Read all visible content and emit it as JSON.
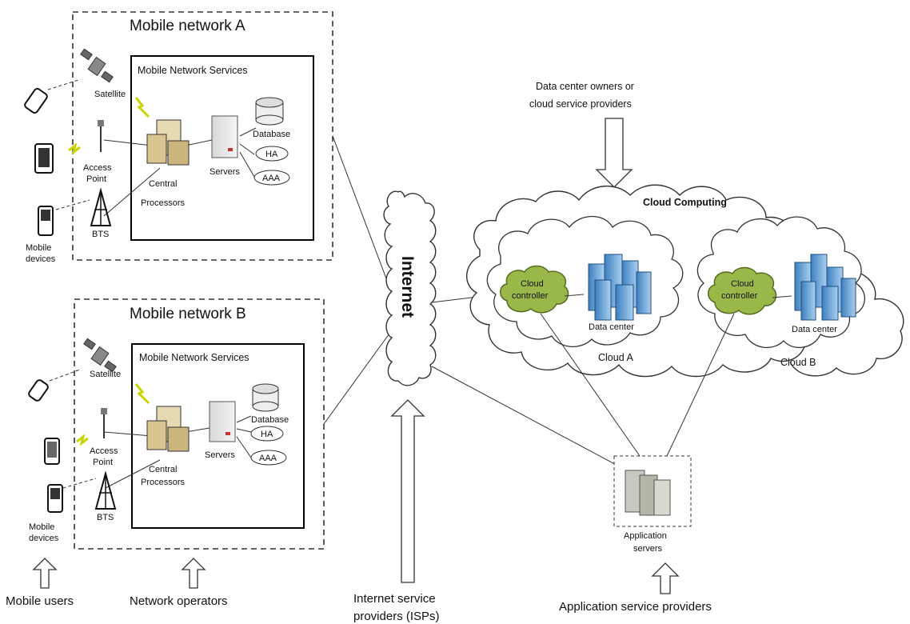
{
  "network_a": {
    "title": "Mobile network A",
    "services_title": "Mobile Network Services",
    "satellite": "Satellite",
    "access_point": [
      "Access",
      "Point"
    ],
    "bts": "BTS",
    "central_processors": [
      "Central",
      "Processors"
    ],
    "servers": "Servers",
    "database": "Database",
    "ha": "HA",
    "aaa": "AAA",
    "mobile_devices": [
      "Mobile",
      "devices"
    ]
  },
  "network_b": {
    "title": "Mobile network B",
    "services_title": "Mobile Network Services",
    "satellite": "Satellite",
    "access_point": [
      "Access",
      "Point"
    ],
    "bts": "BTS",
    "central_processors": [
      "Central",
      "Processors"
    ],
    "servers": "Servers",
    "database": "Database",
    "ha": "HA",
    "aaa": "AAA",
    "mobile_devices": [
      "Mobile",
      "devices"
    ]
  },
  "internet": "Internet",
  "cloud": {
    "title": "Cloud Computing",
    "providers": [
      "Data center owners or",
      "cloud service providers"
    ],
    "cloud_a": "Cloud A",
    "cloud_b": "Cloud B",
    "controller": [
      "Cloud",
      "controller"
    ],
    "data_center": "Data center"
  },
  "app_servers": [
    "Application",
    "servers"
  ],
  "bottom": {
    "mobile_users": "Mobile users",
    "network_operators": "Network operators",
    "isps": [
      "Internet service",
      "providers (ISPs)"
    ],
    "app_providers": "Application service providers"
  }
}
